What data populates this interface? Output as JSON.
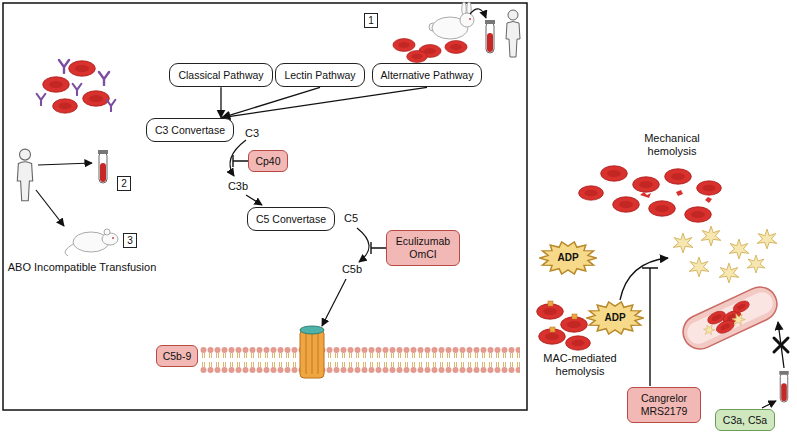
{
  "diagram": {
    "nodes": [
      {
        "text": [
          "1"
        ]
      },
      {
        "text": [
          "Classical Pathway"
        ]
      },
      {
        "text": [
          "Lectin Pathway"
        ]
      },
      {
        "text": [
          "Alternative Pathway"
        ]
      },
      {
        "text": [
          "C3 Convertase"
        ]
      },
      {
        "text": [
          "Cp40"
        ]
      },
      {
        "text": [
          "2"
        ]
      },
      {
        "text": [
          "C5 Convertase"
        ]
      },
      {
        "text": [
          "3"
        ]
      },
      {
        "text": [
          "Eculizumab OmCI"
        ]
      },
      {
        "text": [
          "C5b-9"
        ]
      },
      {
        "text": [
          "ADP"
        ]
      },
      {
        "text": [
          "ADP"
        ]
      },
      {
        "text": [
          "Cangrelor MRS2179"
        ]
      },
      {
        "text": [
          "C3a, C5a"
        ]
      }
    ],
    "edges": [
      {
        "from": 1,
        "to": 4,
        "arrow": "to"
      },
      {
        "from": 2,
        "to": 4,
        "arrow": "to"
      },
      {
        "from": 3,
        "to": 4,
        "arrow": "to"
      }
    ],
    "labels": [
      "C3",
      "C3b",
      "C5",
      "C5b",
      "ABO Incompatible Transfusion",
      "Mechanical hemolysis",
      "MAC-mediated hemolysis"
    ]
  }
}
